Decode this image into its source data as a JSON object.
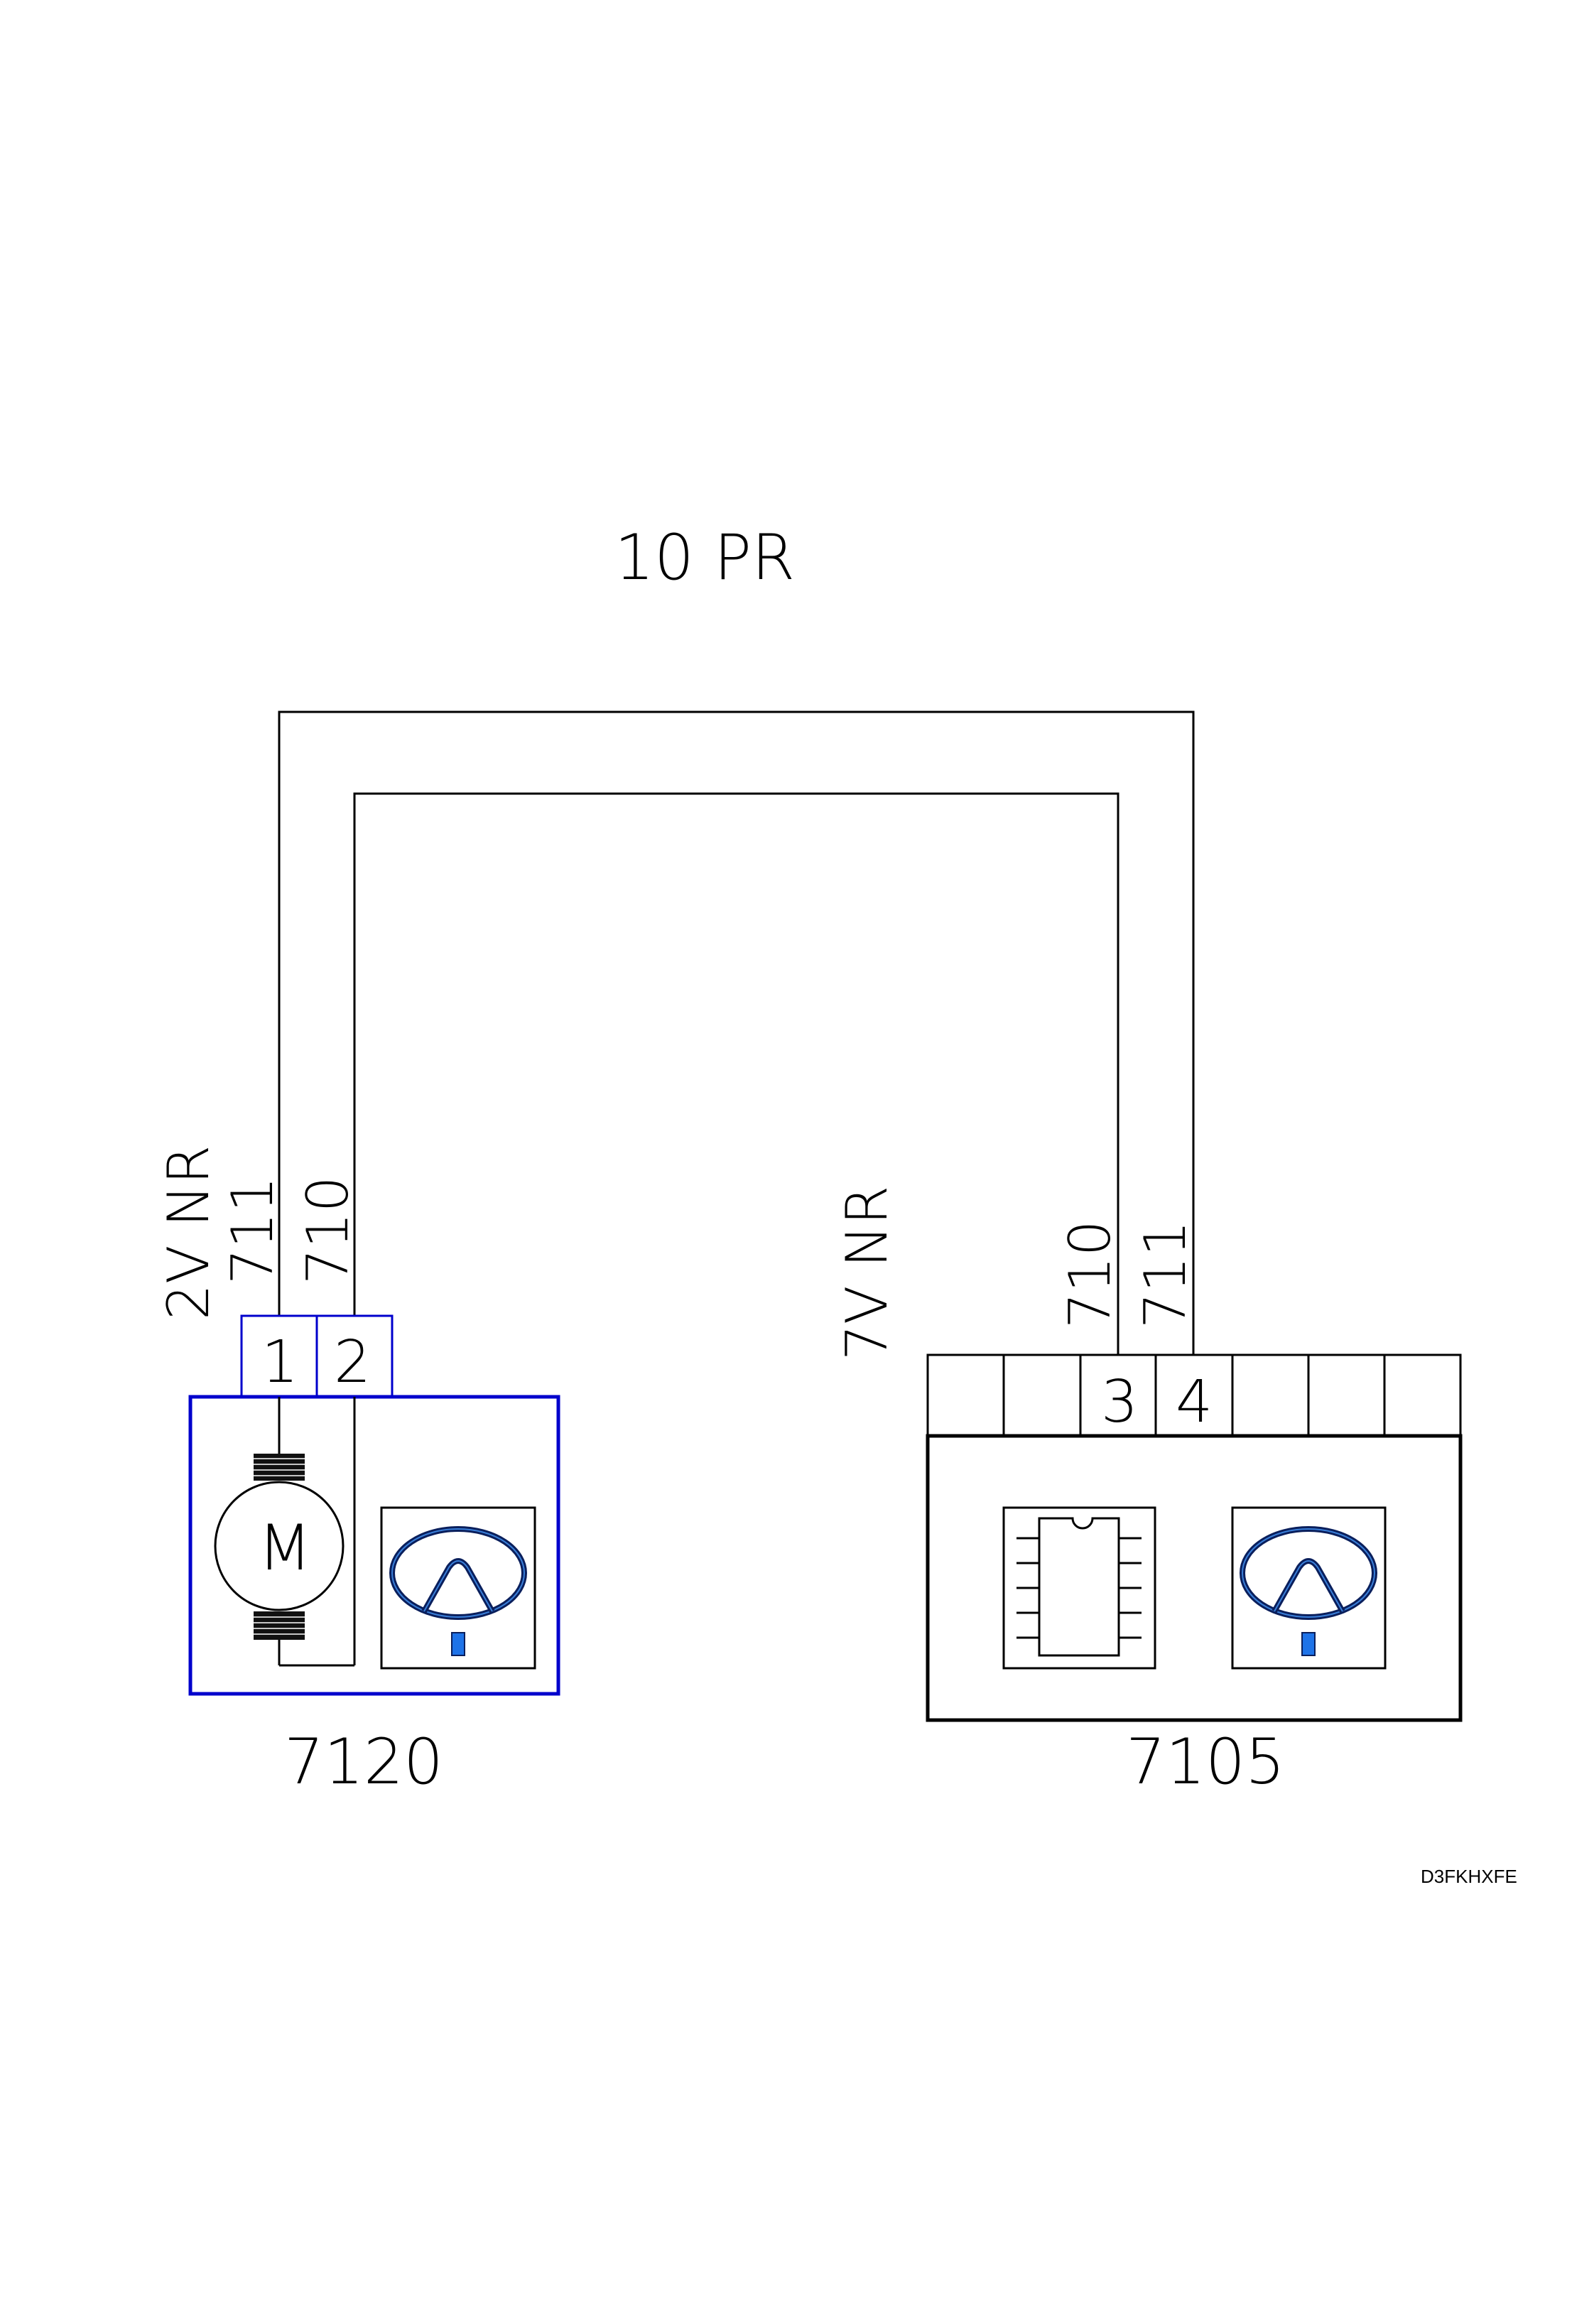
{
  "harness_label": "10 PR",
  "left_connector": {
    "label": "2V NR",
    "wire_a": "711",
    "wire_b": "710",
    "pin_a": "1",
    "pin_b": "2",
    "component_id": "7120",
    "motor_symbol": "M"
  },
  "right_connector": {
    "label": "7V NR",
    "wire_a": "710",
    "wire_b": "711",
    "pin_a": "3",
    "pin_b": "4",
    "component_id": "7105"
  },
  "reference_code": "D3FKHXFE",
  "colors": {
    "wire": "#000000",
    "component_outline_left": "#0000cc",
    "lamp_outline": "#0a1f5c",
    "indicator_fill": "#1e73e8"
  }
}
